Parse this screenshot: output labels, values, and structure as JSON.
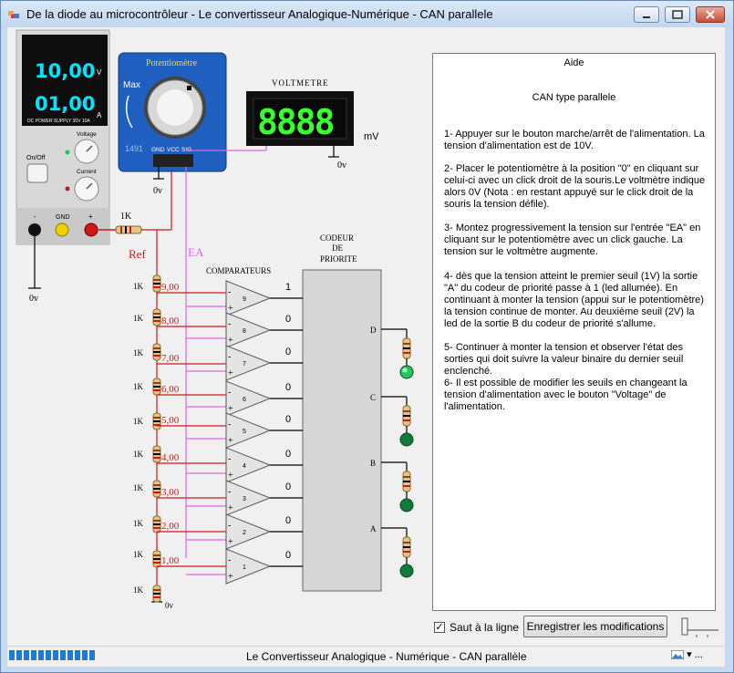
{
  "window": {
    "title": "De la diode au microcontrôleur - Le convertisseur Analogique-Numérique - CAN parallele",
    "icon": "app-icon"
  },
  "power_supply": {
    "voltage_display": "10,00",
    "voltage_unit": "V",
    "current_display": "01,00",
    "current_unit": "A",
    "model_label": "DC POWER SUPPLY 30V 10A",
    "onoff_label": "On/Off",
    "voltage_label": "Voltage",
    "current_label": "Current",
    "terminal_minus": "-",
    "terminal_gnd": "GND",
    "terminal_plus": "+",
    "ground_label": "0v"
  },
  "potentiometer": {
    "title": "Potentiomètre",
    "max_label": "Max",
    "number": "1491",
    "pins": [
      "GND",
      "VCC",
      "SIG"
    ],
    "ground_label": "0v"
  },
  "voltmeter": {
    "title": "VOLTMETRE",
    "display": "8888",
    "unit": "mV",
    "ground_label": "0v"
  },
  "circuit": {
    "resistor_top": "1K",
    "ref_label": "Ref",
    "ea_label": "EA",
    "comparators_label": "COMPARATEURS",
    "encoder_label": [
      "CODEUR",
      "DE",
      "PRIORITE"
    ],
    "resistor_label": "1K",
    "bottom_ground": "0v",
    "thresholds": [
      "9,00",
      "8,00",
      "7,00",
      "6,00",
      "5,00",
      "4,00",
      "3,00",
      "2,00",
      "1,00"
    ],
    "comparator_ids": [
      "9",
      "8",
      "7",
      "6",
      "5",
      "4",
      "3",
      "2",
      "1"
    ],
    "comparator_outputs": [
      "1",
      "0",
      "0",
      "0",
      "0",
      "0",
      "0",
      "0",
      "0"
    ],
    "encoder_outputs": [
      "D",
      "C",
      "B",
      "A"
    ],
    "led_states": [
      "on",
      "off",
      "off",
      "off"
    ],
    "comparator_signs": [
      "-",
      "+"
    ]
  },
  "aide": {
    "title": "Aide",
    "subtitle": "CAN type parallele",
    "paragraphs": [
      "1- Appuyer sur le bouton marche/arrêt de l'alimentation. La tension d'alimentation est de 10V.",
      "2- Placer le potentiomètre à la position \"0\" en cliquant sur celui-ci avec un click droit de la souris.Le voltmètre indique alors 0V (Nota : en restant appuyé sur le click droit de la souris la tension défile).",
      "3- Montez progressivement la tension sur l'entrée \"EA\" en cliquant sur le potentiomètre avec un click gauche. La tension sur le voltmètre augmente.",
      "4- dès que la tension atteint le premier seuil (1V) la sortie \"A\" du codeur de priorité passe à 1 (led allumée). En continuant à monter la tension (appui sur le potentiomètre) la tension continue de monter. Au deuxième seuil (2V) la led de la sortie B du codeur de priorité s'allume.",
      "5- Continuer à monter la tension et observer l'état des sorties qui doit suivre la valeur binaire du dernier seuil enclenché.",
      "6- Il est possible de modifier les seuils en changeant la tension d'alimentation avec le bouton \"Voltage\" de l'alimentation."
    ]
  },
  "controls": {
    "saut_label": "Saut à la ligne",
    "saut_checked": "✓",
    "save_button": "Enregistrer les modifications"
  },
  "status": {
    "text": "Le Convertisseur Analogique - Numérique - CAN parallèle",
    "more": "▾ ..."
  },
  "colors": {
    "led_on": "#22c55e",
    "led_off": "#0f7a3a",
    "display_digits": "#00e5ff",
    "voltmeter_digits": "#38ff2e",
    "wire_pink": "#e066e0",
    "wire_red": "#d01818",
    "potentiometer_blue": "#1f5fbf"
  }
}
